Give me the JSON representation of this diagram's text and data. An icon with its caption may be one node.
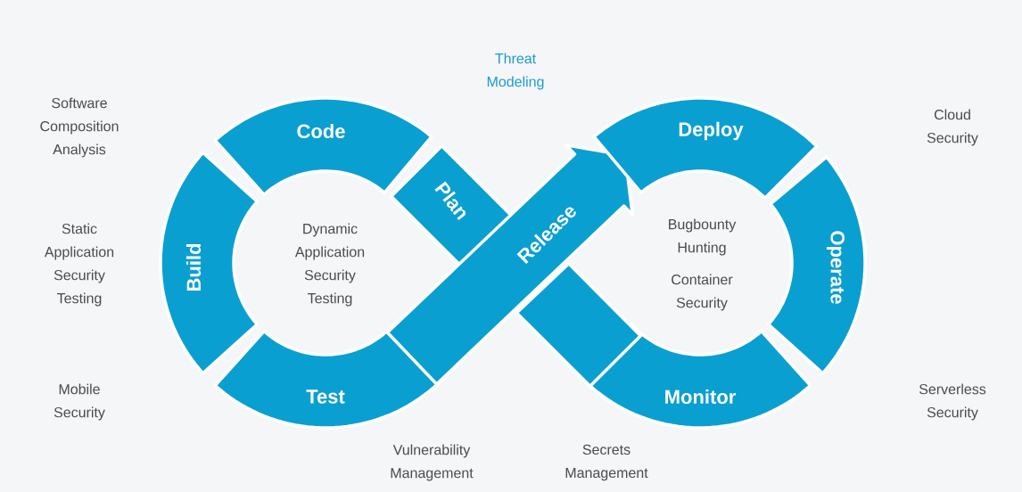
{
  "diagram": {
    "nodes": [
      {
        "text": [
          "Code"
        ]
      },
      {
        "text": [
          "Plan"
        ]
      },
      {
        "text": [
          "Build"
        ]
      },
      {
        "text": [
          "Test"
        ]
      },
      {
        "text": [
          "Release"
        ]
      },
      {
        "text": [
          "Deploy"
        ]
      },
      {
        "text": [
          "Operate"
        ]
      },
      {
        "text": [
          "Monitor"
        ]
      }
    ],
    "labels": [
      "Threat Modeling",
      "Software Composition Analysis",
      "Cloud Security",
      "Static Application Security Testing",
      "Dynamic Application Security Testing",
      "Bugbounty Hunting",
      "Container Security",
      "Mobile Security",
      "Serverless Security",
      "Vulnerability Management",
      "Secrets Management"
    ]
  }
}
